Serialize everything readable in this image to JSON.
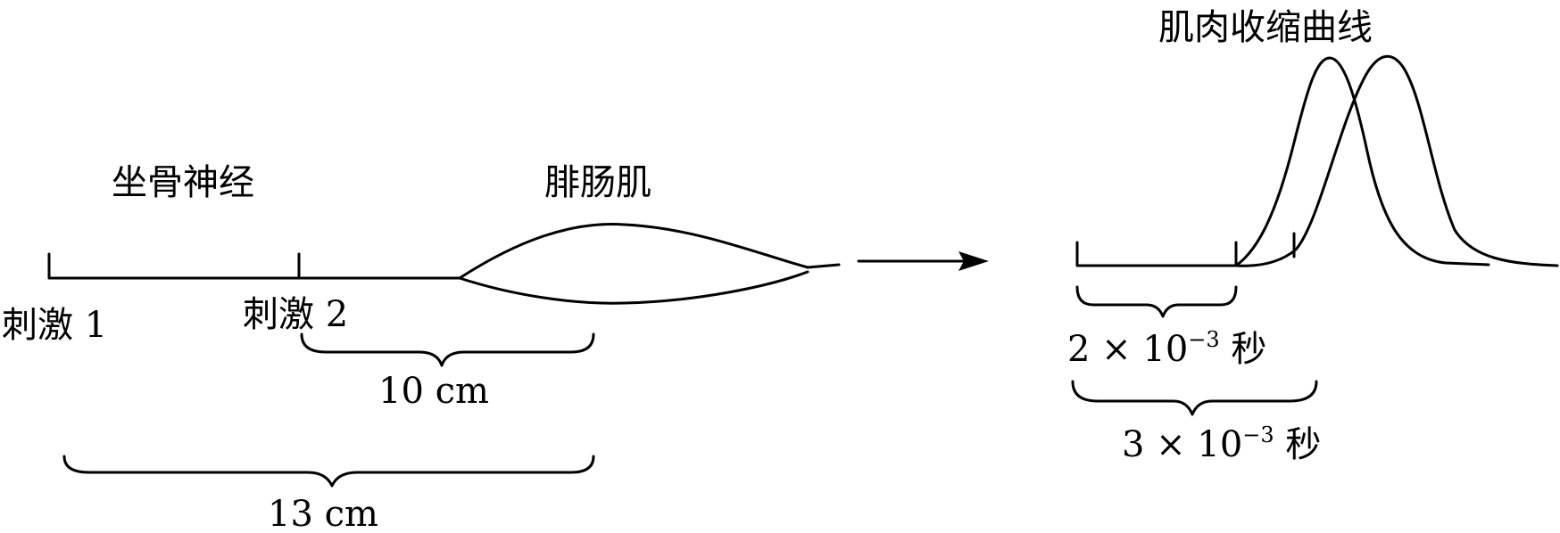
{
  "labels": {
    "nerve": "坐骨神经",
    "muscle": "腓肠肌",
    "curve_title": "肌肉收缩曲线",
    "stim1": "刺激 1",
    "stim2": "刺激 2",
    "dist_10": "10 cm",
    "dist_13": "13 cm",
    "time_2_mant": "2 × 10",
    "time_2_exp": "−3",
    "time_2_unit": " 秒",
    "time_3_mant": "3 × 10",
    "time_3_exp": "−3",
    "time_3_unit": " 秒"
  },
  "colors": {
    "ink": "#000000",
    "background": "#ffffff"
  }
}
